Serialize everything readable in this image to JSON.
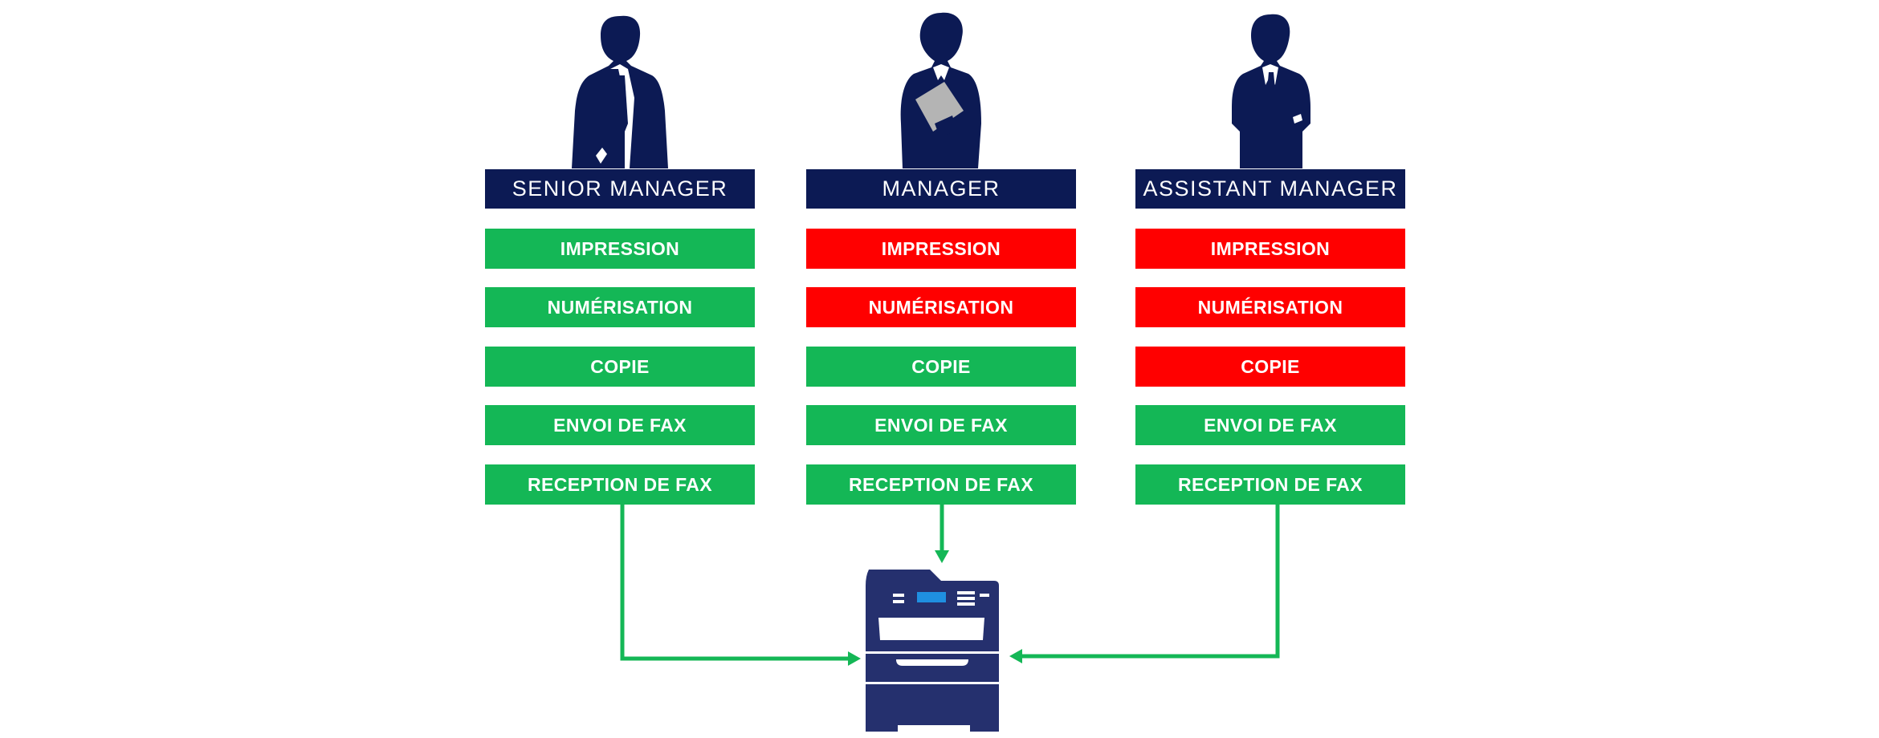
{
  "colors": {
    "navy": "#0c1a54",
    "allowed": "#14b756",
    "denied": "#ff0000",
    "paper": "#b4b4b4",
    "screen": "#1f8fe0"
  },
  "roles": [
    {
      "title": "SENIOR MANAGER",
      "icon": "businessman-hands-in-pockets-icon",
      "permissions": [
        {
          "label": "IMPRESSION",
          "status": "allowed"
        },
        {
          "label": "NUMÉRISATION",
          "status": "allowed"
        },
        {
          "label": "COPIE",
          "status": "allowed"
        },
        {
          "label": "ENVOI DE FAX",
          "status": "allowed"
        },
        {
          "label": "RECEPTION DE FAX",
          "status": "allowed"
        }
      ]
    },
    {
      "title": "MANAGER",
      "icon": "businesswoman-with-folder-icon",
      "permissions": [
        {
          "label": "IMPRESSION",
          "status": "denied"
        },
        {
          "label": "NUMÉRISATION",
          "status": "denied"
        },
        {
          "label": "COPIE",
          "status": "allowed"
        },
        {
          "label": "ENVOI DE FAX",
          "status": "allowed"
        },
        {
          "label": "RECEPTION DE FAX",
          "status": "allowed"
        }
      ]
    },
    {
      "title": "ASSISTANT MANAGER",
      "icon": "businessman-arms-crossed-icon",
      "permissions": [
        {
          "label": "IMPRESSION",
          "status": "denied"
        },
        {
          "label": "NUMÉRISATION",
          "status": "denied"
        },
        {
          "label": "COPIE",
          "status": "denied"
        },
        {
          "label": "ENVOI DE FAX",
          "status": "allowed"
        },
        {
          "label": "RECEPTION DE FAX",
          "status": "allowed"
        }
      ]
    }
  ],
  "device": {
    "icon": "multifunction-printer-icon"
  }
}
